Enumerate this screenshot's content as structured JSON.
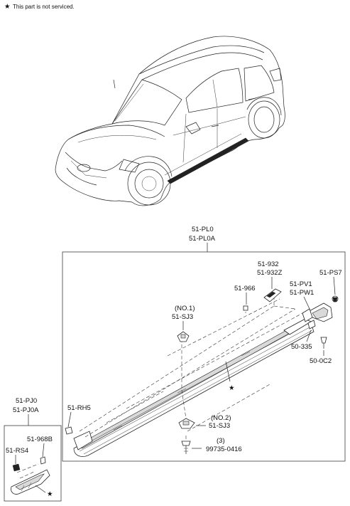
{
  "note": {
    "star": "★",
    "text": "This part is not serviced."
  },
  "labels": {
    "assembly_main": "51-PL0",
    "assembly_alt": "51-PL0A",
    "bracket_a": "51-932",
    "bracket_b": "51-932Z",
    "clip_966": "51-966",
    "pv1": "51-PV1",
    "pw1": "51-PW1",
    "ps7": "51-PS7",
    "no1": "(NO.1)",
    "sj3_top": "51-SJ3",
    "clip_335": "50-335",
    "clip_0c2": "50-0C2",
    "rh5": "51-RH5",
    "no2": "(NO.2)",
    "sj3_bottom": "51-SJ3",
    "qty": "(3)",
    "screw": "99735-0416",
    "pj0": "51-PJ0",
    "pj0a": "51-PJ0A",
    "b968": "51-968B",
    "rs4": "51-RS4"
  },
  "icons": {
    "star": "★"
  }
}
